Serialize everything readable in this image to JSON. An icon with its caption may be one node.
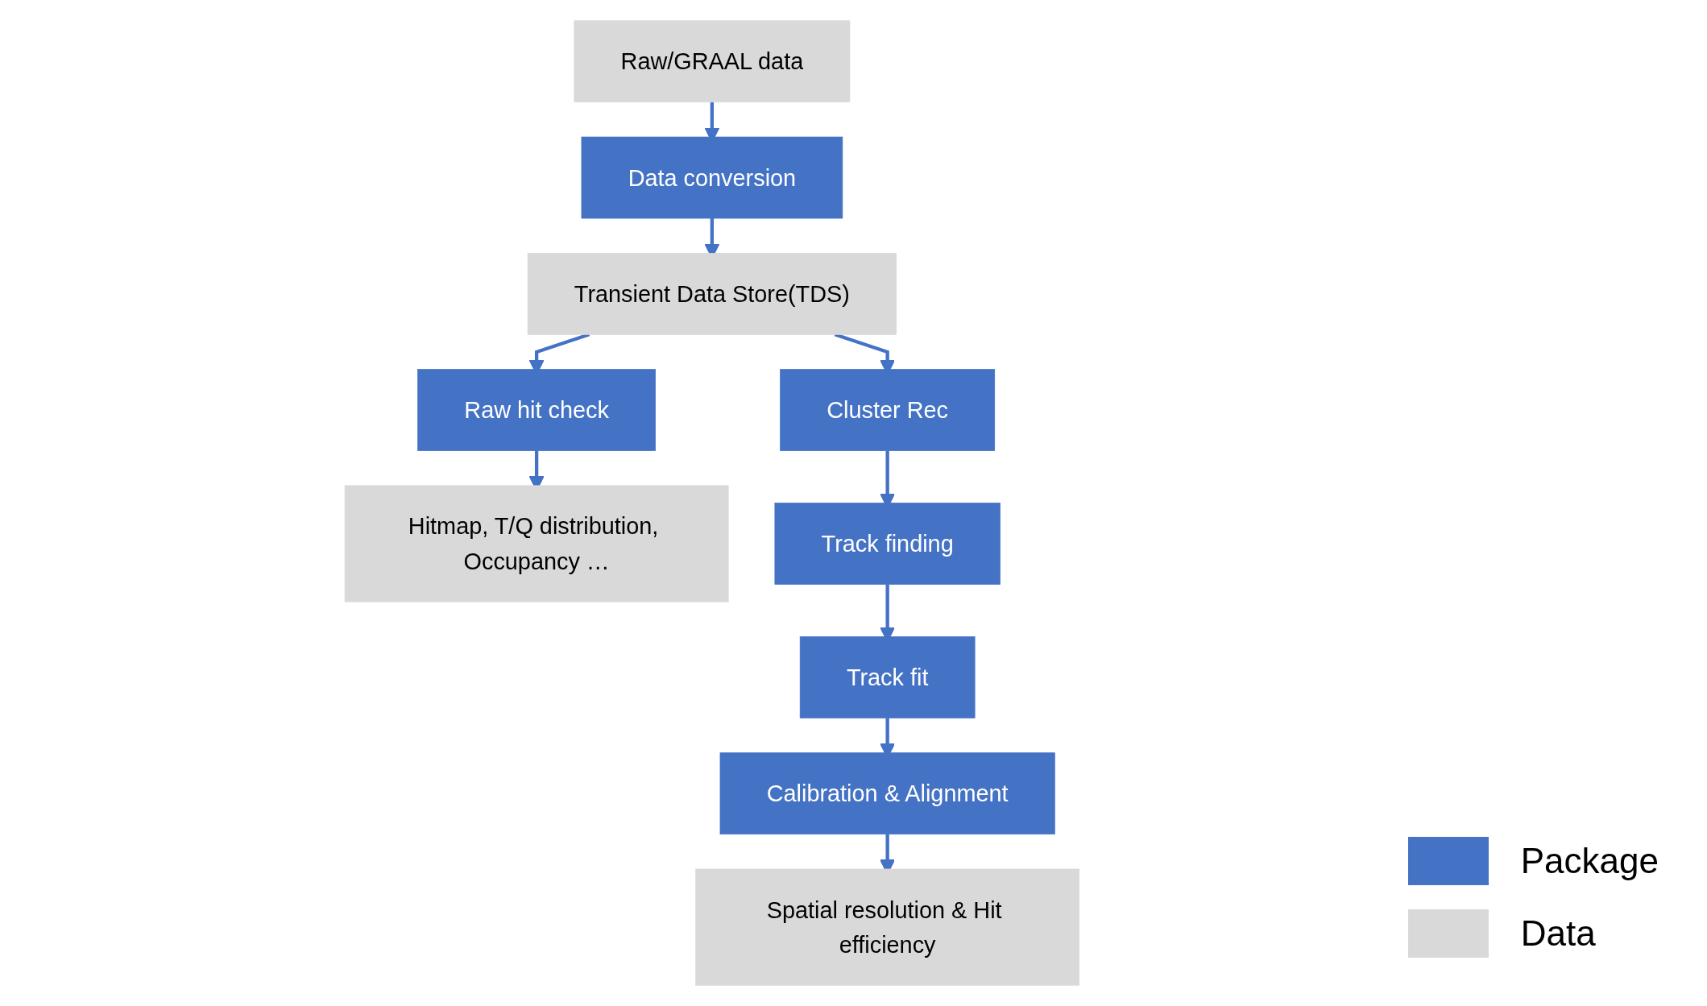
{
  "diagram": {
    "nodes": [
      {
        "text": [
          "Raw/GRAAL data"
        ]
      },
      {
        "text": [
          "Data conversion"
        ]
      },
      {
        "text": [
          "Transient Data Store(TDS)"
        ]
      },
      {
        "text": [
          "Raw hit check"
        ]
      },
      {
        "text": [
          "Hitmap, T/Q distribution, Occupancy …"
        ]
      },
      {
        "text": [
          "Cluster Rec"
        ]
      },
      {
        "text": [
          "Track finding"
        ]
      },
      {
        "text": [
          "Track fit"
        ]
      },
      {
        "text": [
          "Calibration & Alignment"
        ]
      },
      {
        "text": [
          "Spatial resolution & Hit efficiency"
        ]
      }
    ],
    "edges": [
      {
        "from": 0,
        "to": 1,
        "arrow": "to"
      },
      {
        "from": 1,
        "to": 2,
        "arrow": "to"
      },
      {
        "from": 2,
        "to": 3,
        "arrow": "to"
      },
      {
        "from": 3,
        "to": 4,
        "arrow": "to"
      },
      {
        "from": 2,
        "to": 5,
        "arrow": "to"
      },
      {
        "from": 5,
        "to": 6,
        "arrow": "to"
      },
      {
        "from": 6,
        "to": 7,
        "arrow": "to"
      },
      {
        "from": 7,
        "to": 8,
        "arrow": "to"
      },
      {
        "from": 8,
        "to": 9,
        "arrow": "to"
      }
    ],
    "legend": [
      {
        "text": "Package",
        "color": "#4472c4"
      },
      {
        "text": "Data",
        "color": "#d9d9d9"
      }
    ]
  }
}
